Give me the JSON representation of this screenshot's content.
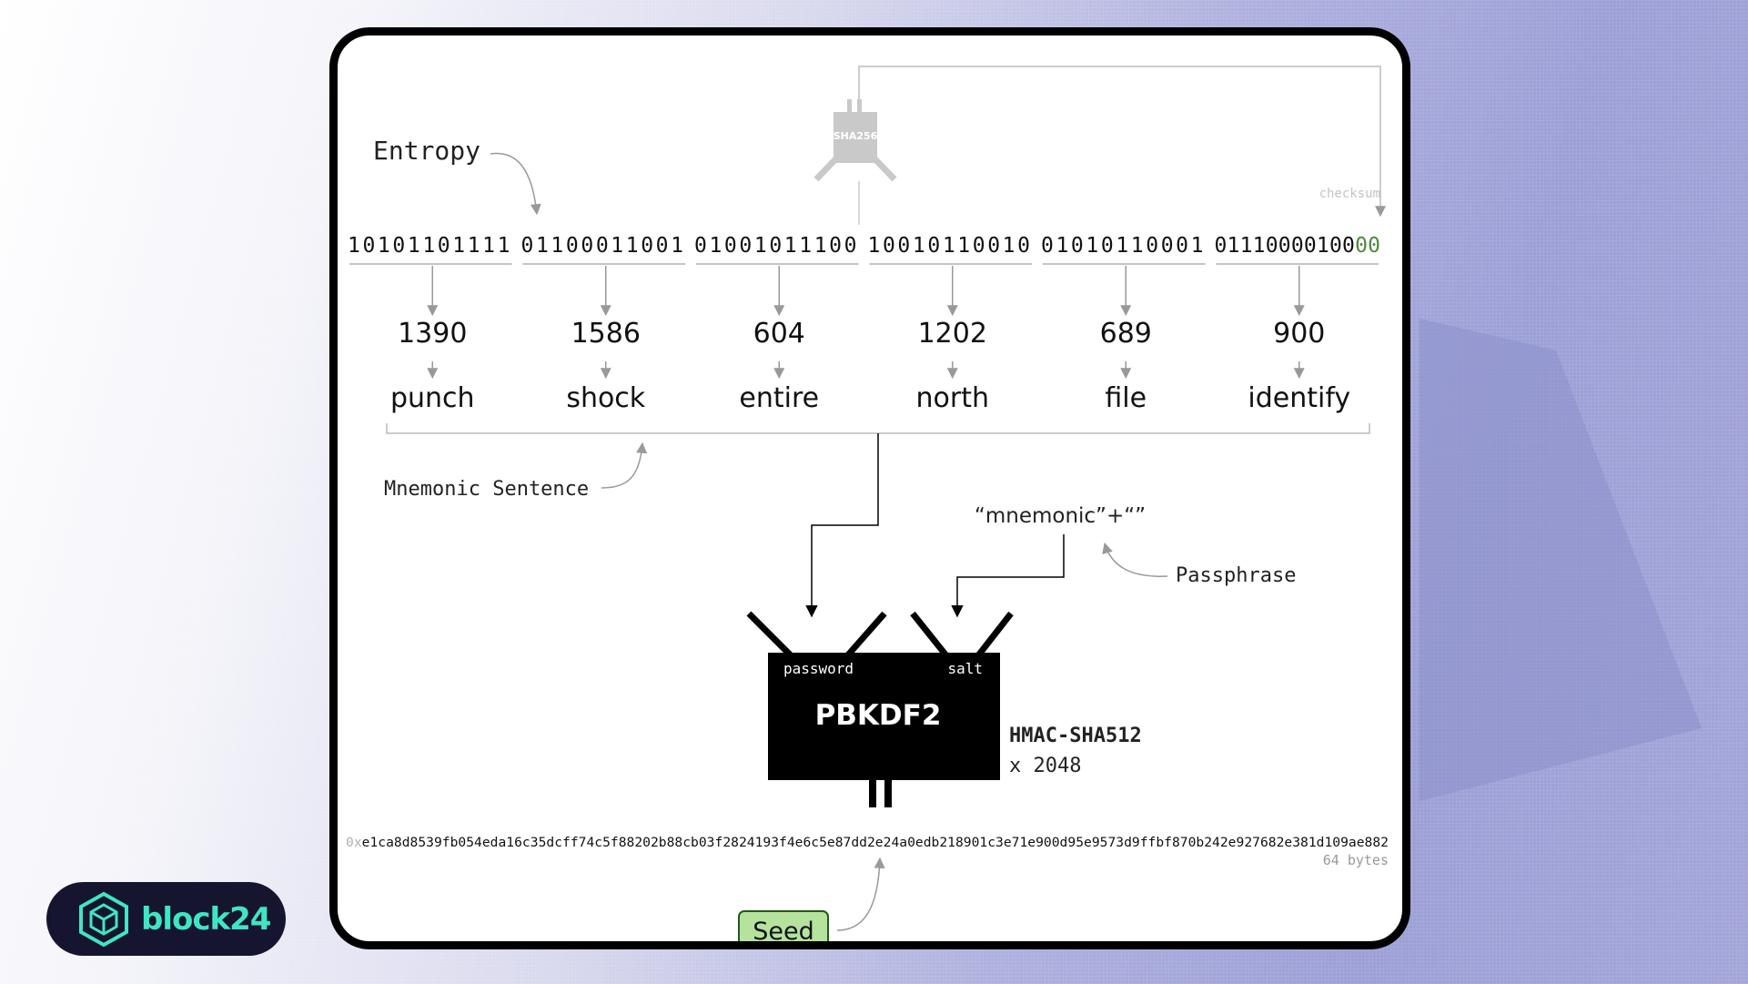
{
  "labels": {
    "entropy": "Entropy",
    "sha256": "SHA256",
    "checksum": "checksum",
    "mnemonic_sentence": "Mnemonic Sentence",
    "passphrase_value": "“mnemonic”+“”",
    "passphrase": "Passphrase",
    "pbkdf2": "PBKDF2",
    "password": "password",
    "salt": "salt",
    "hmac": "HMAC-SHA512",
    "iterations": "x 2048",
    "seed_prefix": "0x",
    "seed_hex": "e1ca8d8539fb054eda16c35dcff74c5f88202b88cb03f2824193f4e6c5e87dd2e24a0edb218901c3e71e900d95e9573d9ffbf870b242e927682e381d109ae882",
    "seed_size": "64 bytes",
    "seed": "Seed"
  },
  "groups": [
    {
      "bits": "10101101111",
      "index": "1390",
      "word": "punch"
    },
    {
      "bits": "01100011001",
      "index": "1586",
      "word": "shock"
    },
    {
      "bits": "01001011100",
      "index": "604",
      "word": "entire"
    },
    {
      "bits": "10010110010",
      "index": "1202",
      "word": "north"
    },
    {
      "bits": "01010110001",
      "index": "689",
      "word": "file"
    },
    {
      "bits": "01110000100",
      "index": "900",
      "word": "identify",
      "checksum_bits": "00"
    }
  ],
  "brand": {
    "name": "block24"
  },
  "colors": {
    "checksum_bits": "#4e8a3a",
    "seed_fill": "#b5e39e",
    "brand_text": "#3fe6c4",
    "brand_bg": "#151530"
  }
}
